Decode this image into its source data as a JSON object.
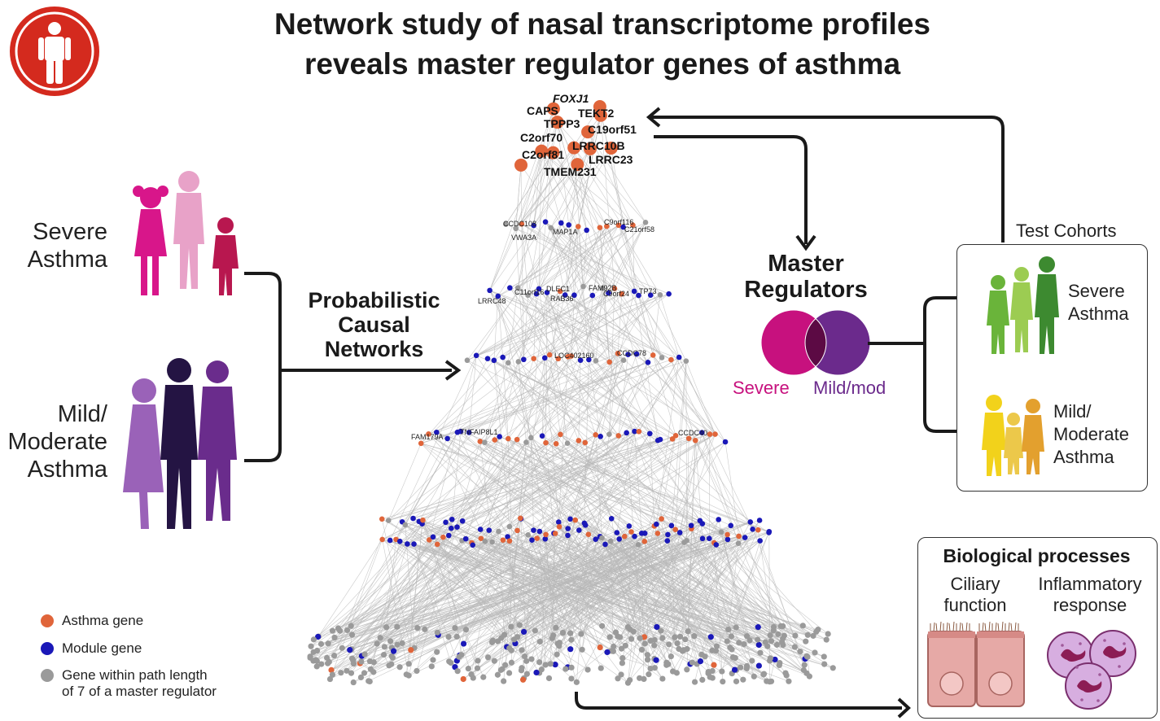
{
  "title_line1": "Network study of nasal transcriptome profiles",
  "title_line2": "reveals master regulator genes of asthma",
  "groups": {
    "severe": "Severe\nAsthma",
    "mild": "Mild/\nModerate\nAsthma"
  },
  "network_label": "Probabilistic\nCausal\nNetworks",
  "top_genes": [
    "FOXJ1",
    "CAPS",
    "TEKT2",
    "TPPP3",
    "C19orf51",
    "C2orf70",
    "LRRC10B",
    "C2orf81",
    "LRRC23",
    "TMEM231"
  ],
  "layer_genes": {
    "l2": [
      "CCDC108",
      "C9orf116",
      "VWA3A",
      "MAP1A",
      "C21orf58"
    ],
    "l3": [
      "C11orf16",
      "DLEC1",
      "FAM92B",
      "LRRC48",
      "RAB36",
      "C9orf24",
      "TP73"
    ],
    "l4": [
      "LOC402160",
      "CCDC78"
    ],
    "l5": [
      "FAM179A",
      "TNFAIP8L1",
      "CCDC40"
    ]
  },
  "master_regulators": {
    "title": "Master\nRegulators",
    "severe_label": "Severe",
    "mild_label": "Mild/mod",
    "colors": {
      "severe": "#c7117e",
      "mild": "#6b2a8c",
      "overlap": "#5c0a44"
    }
  },
  "test_cohorts": {
    "title": "Test Cohorts",
    "severe": "Severe\nAsthma",
    "mild": "Mild/\nModerate\nAsthma"
  },
  "bio": {
    "title": "Biological processes",
    "ciliary": "Ciliary\nfunction",
    "inflammatory": "Inflammatory\nresponse"
  },
  "legend": [
    {
      "label": "Asthma gene",
      "color": "#e0653a"
    },
    {
      "label": "Module gene",
      "color": "#1a18b8"
    },
    {
      "label": "Gene within path length\nof 7 of a master regulator",
      "color": "#9a9a9a"
    }
  ],
  "icons": [
    "person-icon",
    "severe-family-icon",
    "mild-family-icon",
    "venn-diagram-icon",
    "ciliary-cells-icon",
    "inflammatory-cells-icon"
  ]
}
